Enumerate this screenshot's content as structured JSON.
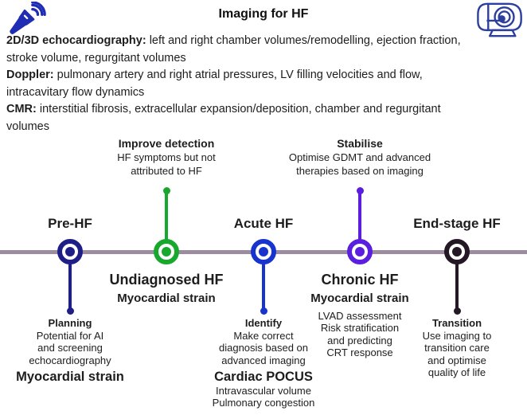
{
  "title": "Imaging for HF",
  "icons": {
    "left": "ultrasound-probe-icon",
    "right": "mri-scanner-icon"
  },
  "colors": {
    "text": "#1d1d1d",
    "axis": "#9d8ba0",
    "icon_blue": "#1f2cb4",
    "icon_outline": "#2c3f9e",
    "pre_hf": "#1f1e87",
    "undiagnosed_hf": "#17a82d",
    "acute_hf": "#1734cf",
    "chronic_hf": "#5c1ede",
    "end_stage_hf": "#241726"
  },
  "summary_lines": [
    {
      "bold": "2D/3D echocardiography:",
      "rest": " left and right chamber volumes/remodelling, ejection fraction,"
    },
    {
      "bold": "",
      "rest": "stroke volume, regurgitant volumes"
    },
    {
      "bold": "Doppler:",
      "rest": " pulmonary artery and right atrial pressures, LV filling velocities and flow,"
    },
    {
      "bold": "",
      "rest": "intracavitary flow dynamics"
    },
    {
      "bold": "CMR:",
      "rest": " interstitial fibrosis, extracellular expansion/deposition, chamber and regurgitant"
    },
    {
      "bold": "",
      "rest": "volumes"
    }
  ],
  "stages": [
    {
      "label": "Pre-HF",
      "color": "#1f1e87",
      "note": {
        "heading": "Planning",
        "lines": [
          "Potential for AI",
          "and screening",
          "echocardiography"
        ],
        "emphasis": "Myocardial strain"
      }
    },
    {
      "label": "Undiagnosed HF",
      "sub_label": "Myocardial strain",
      "color": "#17a82d",
      "callout": {
        "heading": "Improve detection",
        "lines": [
          "HF symptoms but not",
          "attributed to HF"
        ]
      }
    },
    {
      "label": "Acute HF",
      "color": "#1734cf",
      "note": {
        "heading": "Identify",
        "lines": [
          "Make correct",
          "diagnosis based on",
          "advanced imaging"
        ],
        "emphasis": "Cardiac POCUS",
        "emphasis_lines": [
          "Intravascular volume",
          "Pulmonary congestion"
        ]
      }
    },
    {
      "label": "Chronic HF",
      "sub_label": "Myocardial strain",
      "color": "#5c1ede",
      "callout": {
        "heading": "Stabilise",
        "lines": [
          "Optimise GDMT and advanced",
          "therapies based on imaging"
        ]
      },
      "detail_lines": [
        "LVAD assessment",
        "Risk stratification",
        "and predicting",
        "CRT response"
      ]
    },
    {
      "label": "End-stage HF",
      "color": "#241726",
      "note": {
        "heading": "Transition",
        "lines": [
          "Use imaging to",
          "transition care",
          "and optimise",
          "quality of life"
        ]
      }
    }
  ]
}
